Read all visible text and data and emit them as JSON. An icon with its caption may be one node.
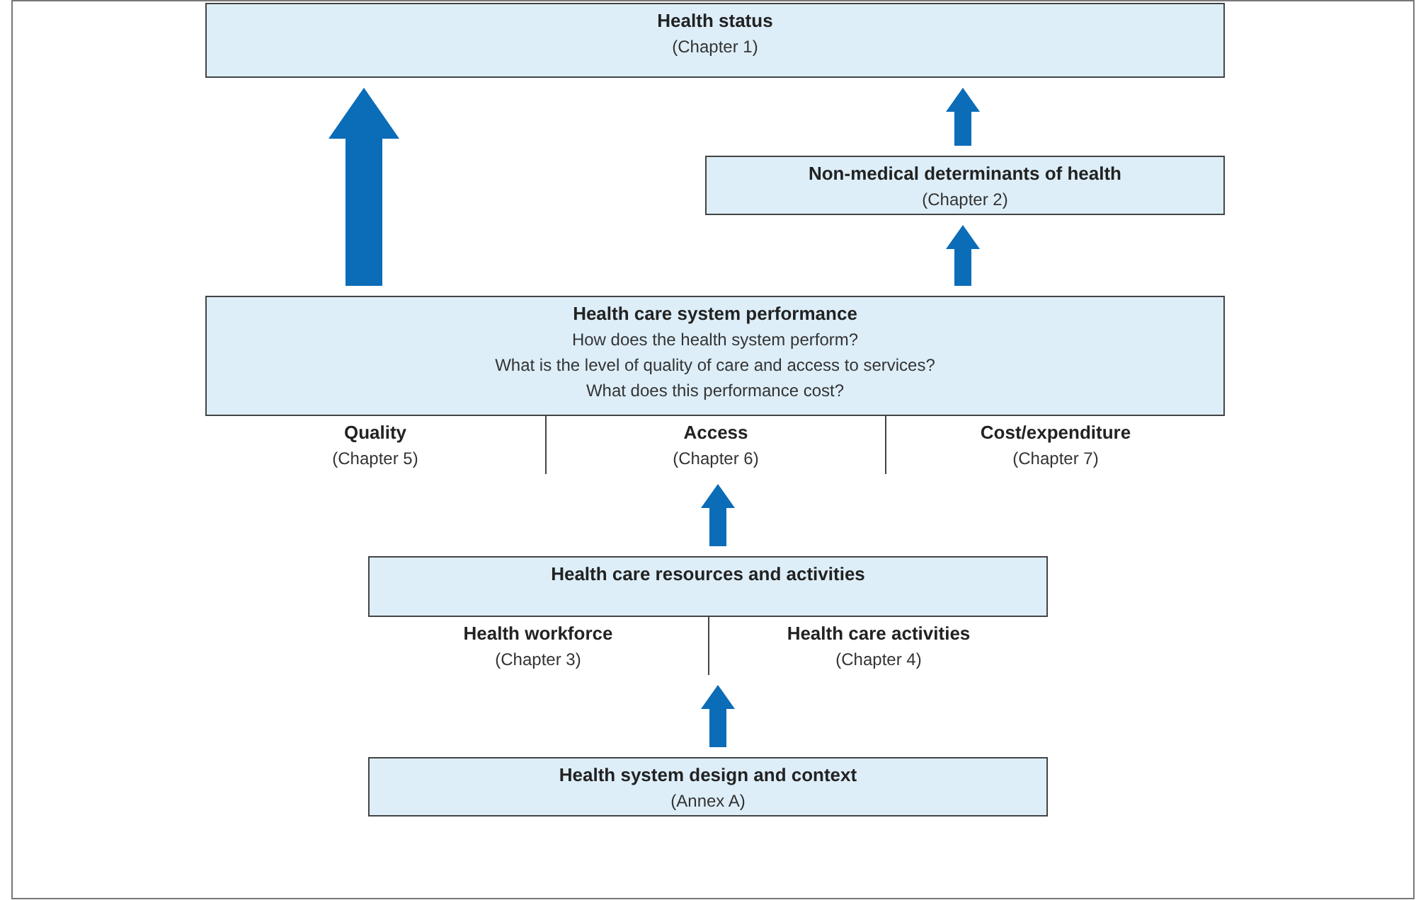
{
  "diagram": {
    "nodes": [
      {
        "text": [
          "Health status",
          "(Chapter 1)"
        ]
      },
      {
        "text": [
          "Non-medical determinants of health",
          "(Chapter 2)"
        ]
      },
      {
        "text": [
          "Health care system performance",
          "How does the health system perform?",
          "What is the level of quality of care and access to services?",
          "What does this performance cost?"
        ]
      },
      {
        "text": [
          "Quality",
          "(Chapter 5)"
        ],
        "in": 2
      },
      {
        "text": [
          "Access",
          "(Chapter 6)"
        ],
        "in": 2
      },
      {
        "text": [
          "Cost/expenditure",
          "(Chapter 7)"
        ],
        "in": 2
      },
      {
        "text": [
          "Health care resources and activities"
        ]
      },
      {
        "text": [
          "Health workforce",
          "(Chapter 3)"
        ],
        "in": 6
      },
      {
        "text": [
          "Health care activities",
          "(Chapter 4)"
        ],
        "in": 6
      },
      {
        "text": [
          "Health system design and context",
          "(Annex A)"
        ]
      }
    ],
    "edges": [
      {
        "from": 2,
        "to": 0,
        "arrow": "to",
        "style": "thick"
      },
      {
        "from": 1,
        "to": 0,
        "arrow": "to"
      },
      {
        "from": 2,
        "to": 1,
        "arrow": "to"
      },
      {
        "from": 6,
        "to": 2,
        "arrow": "to"
      },
      {
        "from": 9,
        "to": 6,
        "arrow": "to"
      }
    ]
  }
}
